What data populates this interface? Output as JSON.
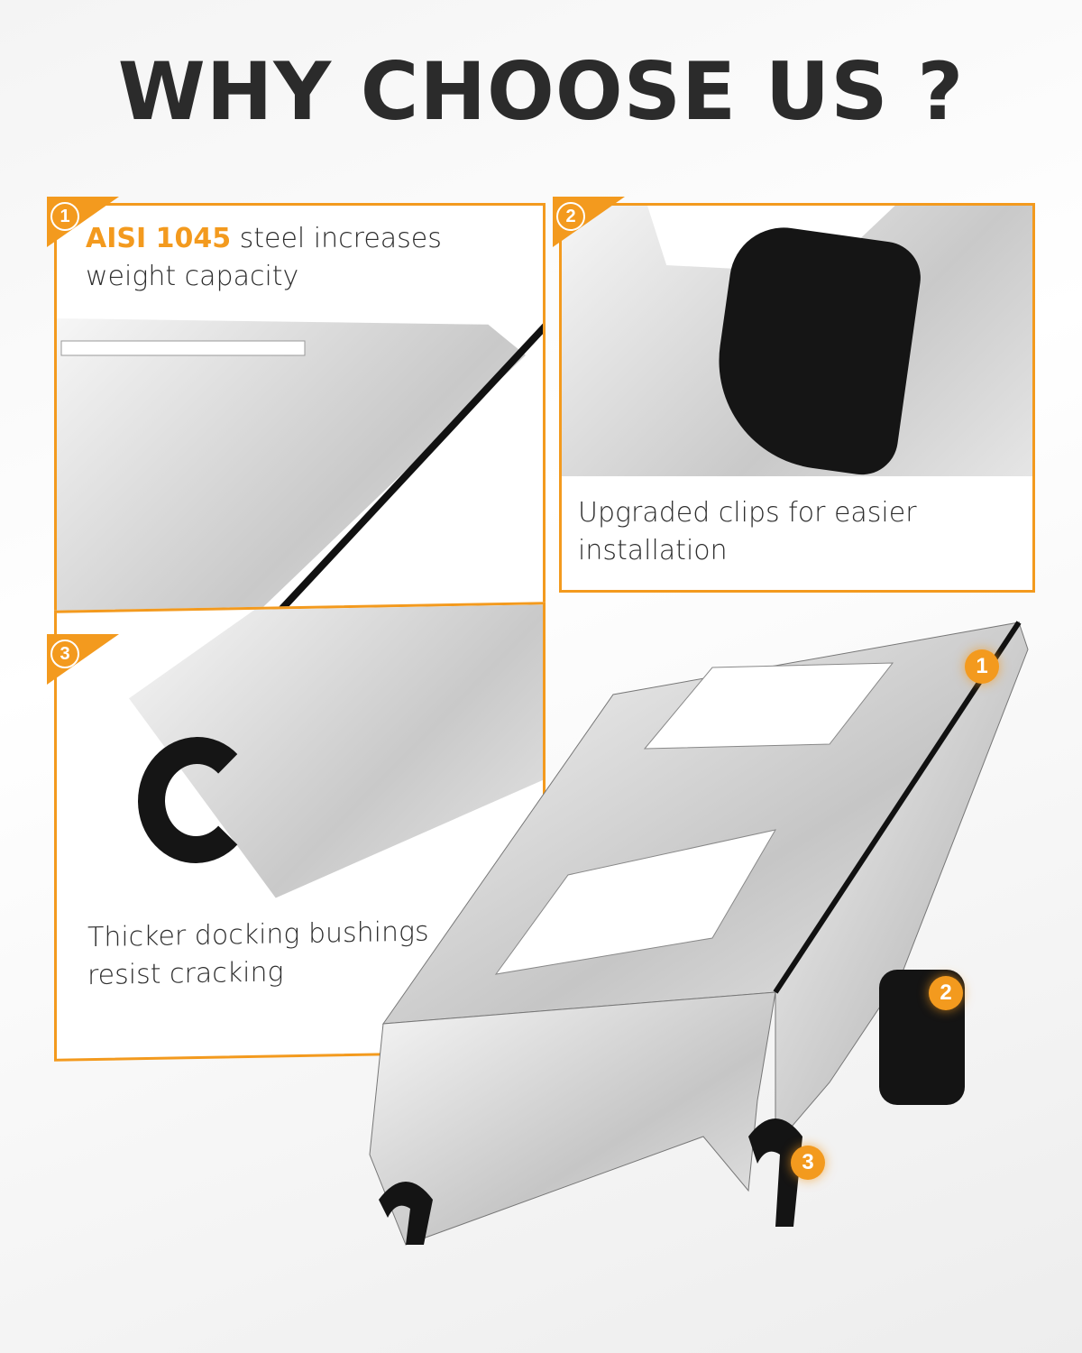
{
  "title": "WHY CHOOSE US ?",
  "accent_color": "#f39a1e",
  "features": [
    {
      "number": "1",
      "highlight": "AISI 1045",
      "text": " steel increases weight capacity",
      "engraving": "AISI 1045"
    },
    {
      "number": "2",
      "text": "Upgraded clips for easier installation"
    },
    {
      "number": "3",
      "text": "Thicker docking bushings resist cracking"
    }
  ],
  "markers": [
    "1",
    "2",
    "3"
  ]
}
